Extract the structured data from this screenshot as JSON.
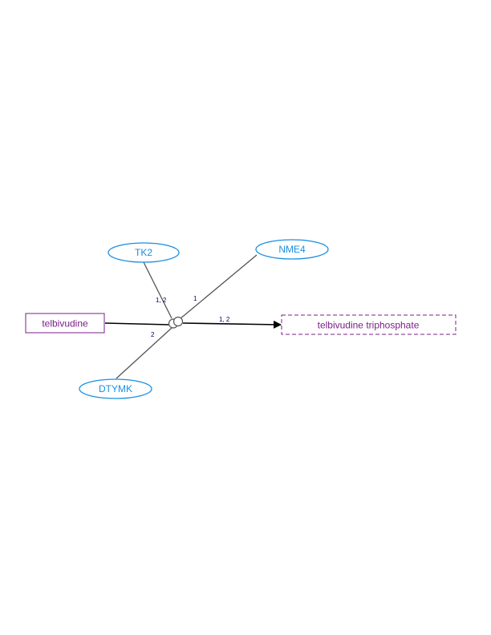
{
  "colors": {
    "enzyme": "#1a8fe0",
    "metabolite": "#7a1f87",
    "edge": "#555555",
    "main_edge": "#000000",
    "edge_label": "#000066"
  },
  "nodes": {
    "substrate": {
      "label": "telbivudine"
    },
    "product": {
      "label": "telbivudine triphosphate"
    },
    "enzymes": {
      "tk2": {
        "label": "TK2"
      },
      "nme4": {
        "label": "NME4"
      },
      "dtymk": {
        "label": "DTYMK"
      }
    }
  },
  "edges": {
    "tk2_label": "1, 2",
    "nme4_label": "1",
    "dtymk_label": "2",
    "product_label": "1, 2"
  }
}
